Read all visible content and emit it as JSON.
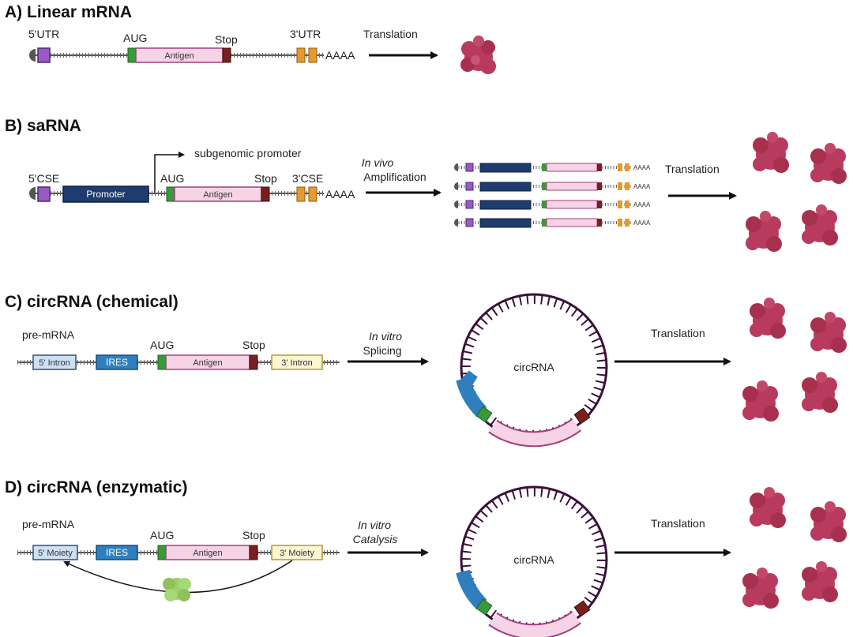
{
  "panels": {
    "a": {
      "title": "A) Linear mRNA",
      "utr5": "5'UTR",
      "aug": "AUG",
      "stop": "Stop",
      "utr3": "3'UTR",
      "antigen": "Antigen",
      "polya": "AAAA",
      "arrow_label": "Translation"
    },
    "b": {
      "title": "B) saRNA",
      "cse5": "5'CSE",
      "promoter": "Promoter",
      "subgenomic": "subgenomic promoter",
      "aug": "AUG",
      "stop": "Stop",
      "cse3": "3'CSE",
      "antigen": "Antigen",
      "polya": "AAAA",
      "arrow1_italic": "In vivo",
      "arrow1_label": "Amplification",
      "copy_polya": "AAAA",
      "arrow2_label": "Translation"
    },
    "c": {
      "title": "C) circRNA (chemical)",
      "pre": "pre-mRNA",
      "intron5": "5' Intron",
      "ires": "IRES",
      "aug": "AUG",
      "antigen": "Antigen",
      "stop": "Stop",
      "intron3": "3' Intron",
      "arrow1_italic": "In vitro",
      "arrow1_label": "Splicing",
      "circ": "circRNA",
      "arrow2_label": "Translation"
    },
    "d": {
      "title": "D) circRNA (enzymatic)",
      "pre": "pre-mRNA",
      "moiety5": "5' Moiety",
      "ires": "IRES",
      "aug": "AUG",
      "antigen": "Antigen",
      "stop": "Stop",
      "moiety3": "3' Moiety",
      "arrow1_italic": "In vitro",
      "arrow1_italic2": "Catalysis",
      "circ": "circRNA",
      "arrow2_label": "Translation"
    }
  },
  "colors": {
    "utr": "#9b59c6",
    "aug": "#3a9a3a",
    "stop": "#7a1f1f",
    "antigen": "#f7d3e6",
    "antigen_border": "#a0407a",
    "utr3": "#e69a2a",
    "promoter": "#1e3c6e",
    "ires": "#2f7fbf",
    "intron5": "#cfe0f2",
    "intron3": "#fbf5d2",
    "protein": "#b83a5e",
    "enzyme": "#9fcf6a",
    "circle": "#3b1038"
  },
  "icons": [
    "cap-icon",
    "protein-icon",
    "enzyme-icon",
    "arrow-icon"
  ]
}
